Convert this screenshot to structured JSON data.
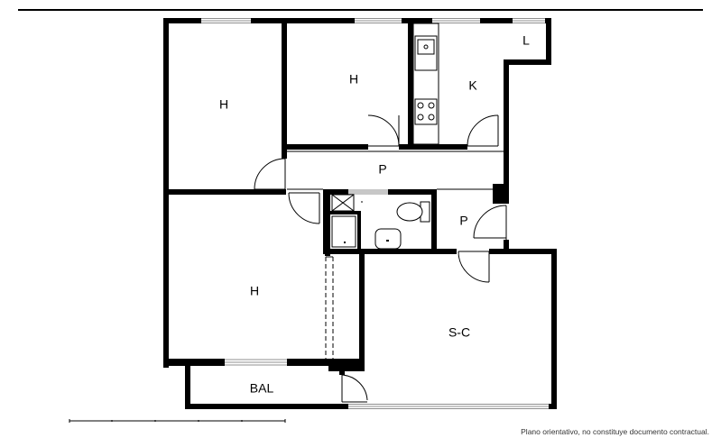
{
  "rooms": [
    {
      "id": "bedroom-1",
      "label": "H"
    },
    {
      "id": "bedroom-2",
      "label": "H"
    },
    {
      "id": "kitchen",
      "label": "K"
    },
    {
      "id": "laundry",
      "label": "L"
    },
    {
      "id": "hallway-1",
      "label": "P"
    },
    {
      "id": "hallway-2",
      "label": "P"
    },
    {
      "id": "bedroom-3",
      "label": "H"
    },
    {
      "id": "living-dining",
      "label": "S-C"
    },
    {
      "id": "balcony",
      "label": "BAL"
    }
  ],
  "disclaimer": "Plano orientativo, no constituye documento contractual.",
  "colors": {
    "wall": "#000000",
    "window": "#8f8f8f",
    "background": "#ffffff"
  }
}
